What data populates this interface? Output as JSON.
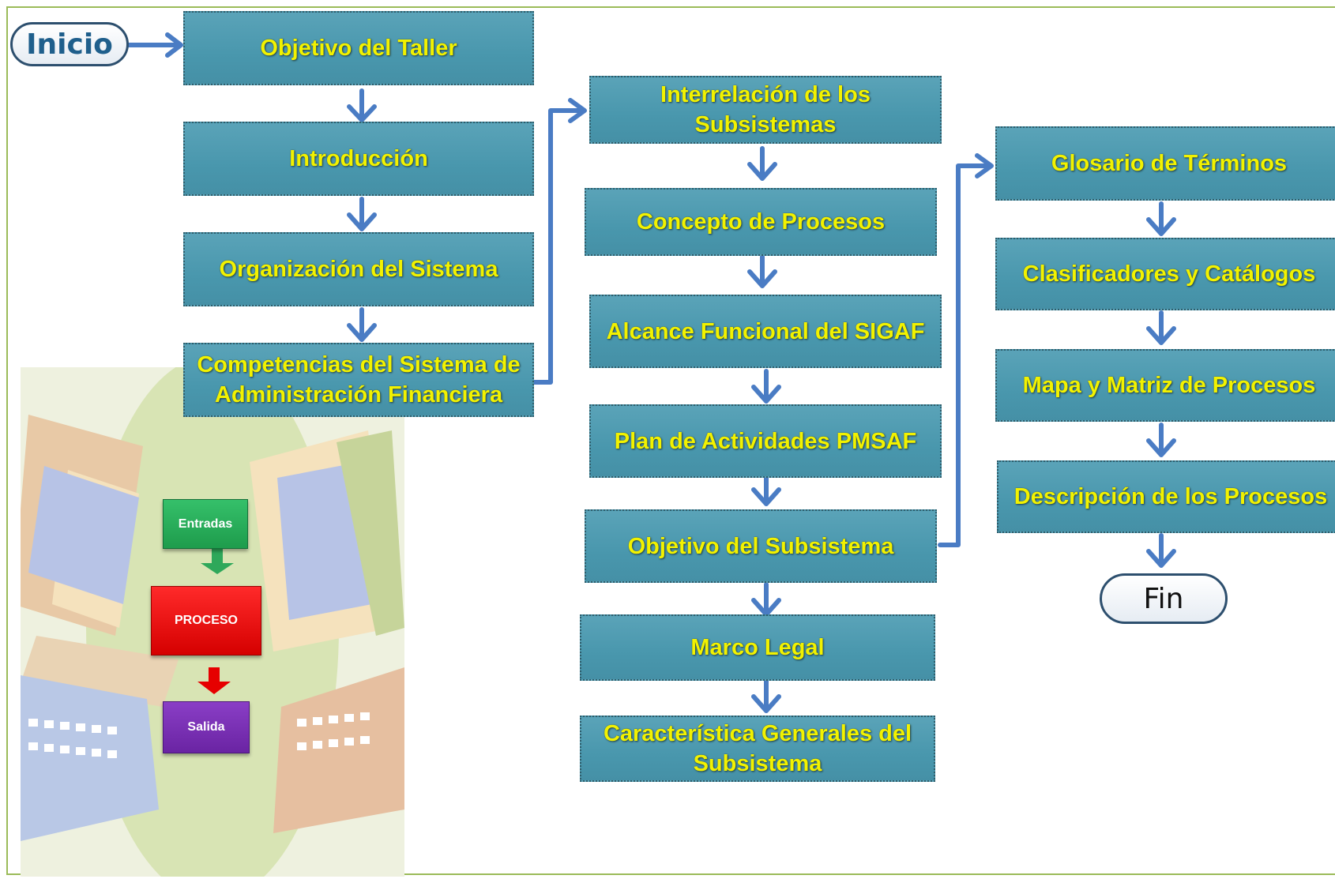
{
  "start_label": "Inicio",
  "end_label": "Fin",
  "column1": [
    "Objetivo del Taller",
    "Introducción",
    "Organización del Sistema",
    "Competencias del Sistema de Administración Financiera"
  ],
  "column2": [
    "Interrelación de los Subsistemas",
    "Concepto de Procesos",
    "Alcance Funcional del SIGAF",
    "Plan de Actividades PMSAF",
    "Objetivo del Subsistema",
    "Marco Legal",
    "Característica Generales del Subsistema"
  ],
  "column3": [
    "Glosario de Términos",
    "Clasificadores y Catálogos",
    "Mapa y Matriz de Procesos",
    "Descripción de los Procesos"
  ],
  "illustration": {
    "entradas": "Entradas",
    "proceso": "PROCESO",
    "salida": "Salida"
  },
  "colors": {
    "box_fill": "#4a9aaf",
    "box_text": "#f2f200",
    "arrow": "#4a7cc4",
    "terminal_border": "#2d4f6e",
    "frame": "#9bbb59"
  }
}
